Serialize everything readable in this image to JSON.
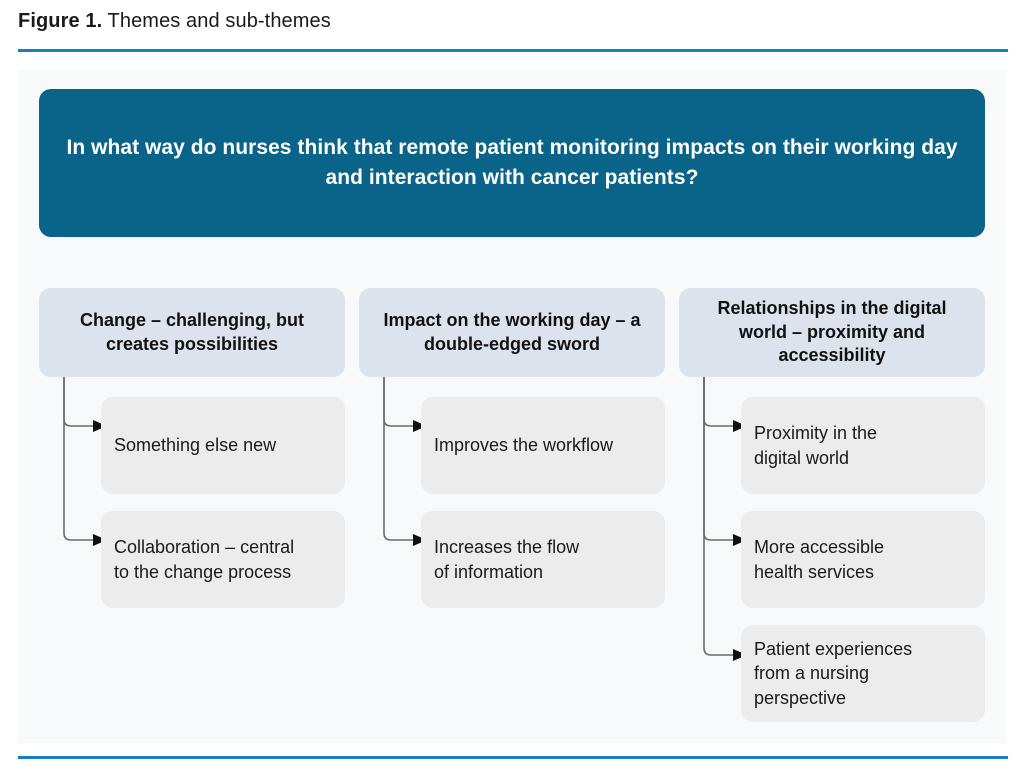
{
  "figure": {
    "number_label": "Figure 1.",
    "title": "Themes and sub-themes"
  },
  "colors": {
    "accent_rule": "#1a7fc1",
    "root_box": "#0a6489",
    "theme_header": "#dde3ed",
    "sub_box": "#ececec",
    "panel_bg": "#f7f9fb",
    "connector": "#6b6b70"
  },
  "diagram": {
    "type": "hierarchy-tree",
    "root": {
      "text": "In what way do nurses think that remote patient monitoring impacts on their working day and interaction with cancer patients?"
    },
    "themes": [
      {
        "label": "Change – challenging,\nbut creates possibilities",
        "subthemes": [
          {
            "label": "Something else new"
          },
          {
            "label": "Collaboration – central\nto the change process"
          }
        ]
      },
      {
        "label": "Impact on the working day\n– a double-edged sword",
        "subthemes": [
          {
            "label": "Improves the workflow"
          },
          {
            "label": "Increases the flow\nof information"
          }
        ]
      },
      {
        "label": "Relationships in the\ndigital world – proximity\nand accessibility",
        "subthemes": [
          {
            "label": "Proximity in the\ndigital world"
          },
          {
            "label": "More accessible\nhealth services"
          },
          {
            "label": "Patient experiences\nfrom a nursing\nperspective"
          }
        ]
      }
    ]
  }
}
